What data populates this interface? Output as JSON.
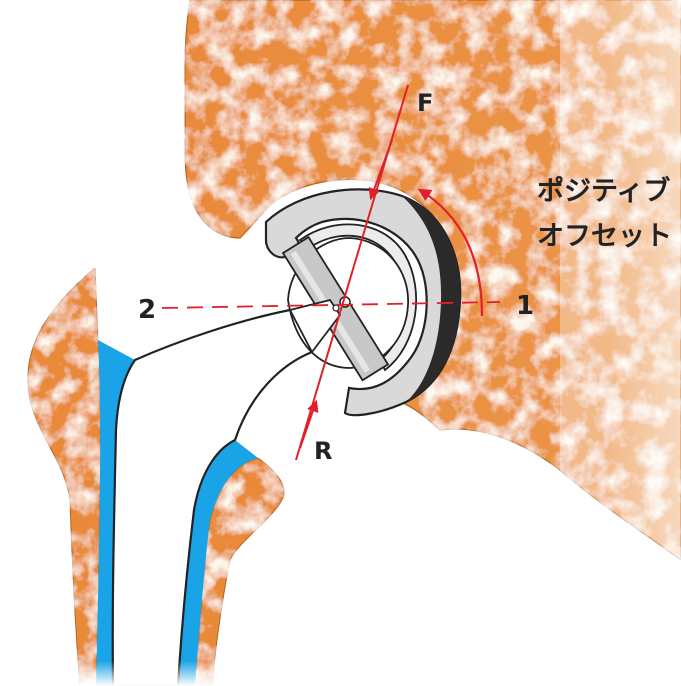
{
  "labels": {
    "force": "F",
    "resultant": "R",
    "point_1": "1",
    "point_2": "2",
    "offset_line1": "ポジティブ",
    "offset_line2": "オフセット"
  },
  "colors": {
    "bone": "#e98a3a",
    "cement": "#1aa3e6",
    "red_line": "#e0212a",
    "cup_shell": "#d9d9d9",
    "cup_rim_dark": "#2a2a2a",
    "text": "#222222"
  }
}
